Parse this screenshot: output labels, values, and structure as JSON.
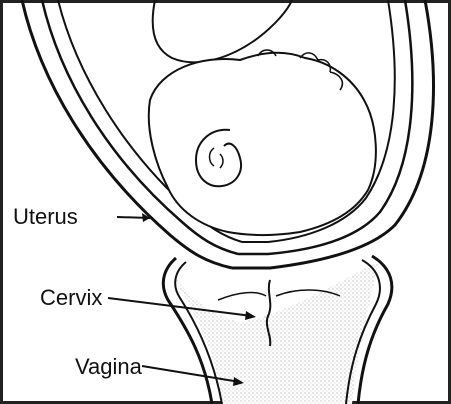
{
  "diagram": {
    "labels": {
      "uterus": "Uterus",
      "cervix": "Cervix",
      "vagina": "Vagina"
    },
    "colors": {
      "line": "#111111",
      "background": "#ffffff",
      "shading": "#e9e9e9",
      "frame": "#222222"
    }
  }
}
